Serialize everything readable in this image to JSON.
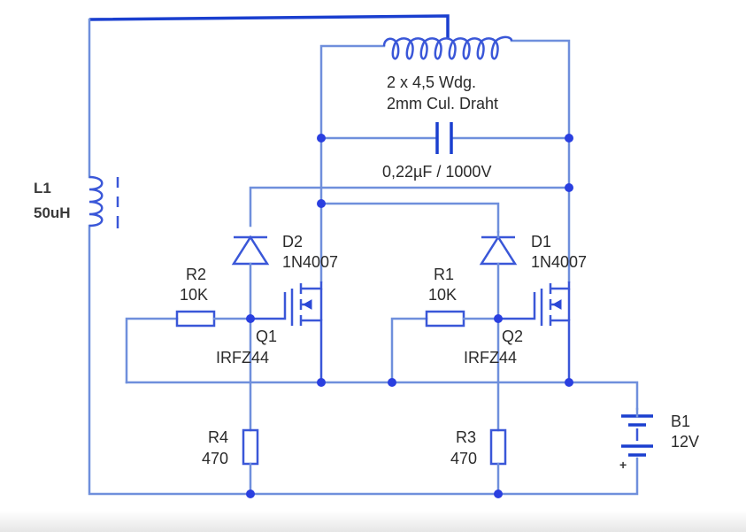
{
  "coil": {
    "line1": "2 x 4,5 Wdg.",
    "line2": "2mm Cul. Draht"
  },
  "capacitor": {
    "value": "0,22µF / 1000V"
  },
  "inductor": {
    "ref": "L1",
    "value": "50uH"
  },
  "d2": {
    "ref": "D2",
    "value": "1N4007"
  },
  "d1": {
    "ref": "D1",
    "value": "1N4007"
  },
  "r2": {
    "ref": "R2",
    "value": "10K"
  },
  "r1": {
    "ref": "R1",
    "value": "10K"
  },
  "q1": {
    "ref": "Q1",
    "value": "IRFZ44"
  },
  "q2": {
    "ref": "Q2",
    "value": "IRFZ44"
  },
  "r4": {
    "ref": "R4",
    "value": "470"
  },
  "r3": {
    "ref": "R3",
    "value": "470"
  },
  "battery": {
    "ref": "B1",
    "value": "12V",
    "plus": "+"
  },
  "colors": {
    "wire": "#6f8fdc",
    "main_wire": "#1a3fcf",
    "component": "#3a57d8",
    "junction": "#2a3fe0"
  }
}
